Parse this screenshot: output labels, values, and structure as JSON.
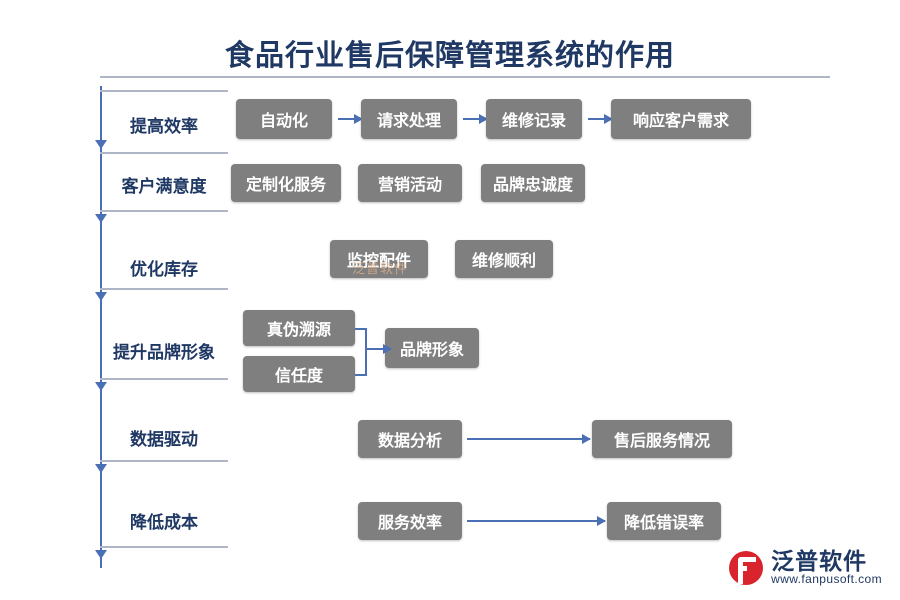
{
  "title": "食品行业售后保障管理系统的作用",
  "rows": [
    {
      "label": "提高效率",
      "nodes": [
        "自动化",
        "请求处理",
        "维修记录",
        "响应客户需求"
      ],
      "flow": "chain"
    },
    {
      "label": "客户满意度",
      "nodes": [
        "定制化服务",
        "营销活动",
        "品牌忠诚度"
      ],
      "flow": "none"
    },
    {
      "label": "优化库存",
      "nodes": [
        "监控配件",
        "维修顺利"
      ],
      "flow": "none"
    },
    {
      "label": "提升品牌形象",
      "nodes": [
        "真伪溯源",
        "信任度",
        "品牌形象"
      ],
      "flow": "merge"
    },
    {
      "label": "数据驱动",
      "nodes": [
        "数据分析",
        "售后服务情况"
      ],
      "flow": "chain"
    },
    {
      "label": "降低成本",
      "nodes": [
        "服务效率",
        "降低错误率"
      ],
      "flow": "chain"
    }
  ],
  "watermarks": {
    "center": "泛普软件",
    "logo_name": "泛普软件",
    "logo_url": "www.fanpusoft.com"
  },
  "colors": {
    "title": "#1F3864",
    "node_fill": "#7F7F7F",
    "node_text": "#FFFFFF",
    "connector": "#4A6FB5",
    "rule": "#AEB6C6",
    "logo_mark": "#D9232D"
  }
}
